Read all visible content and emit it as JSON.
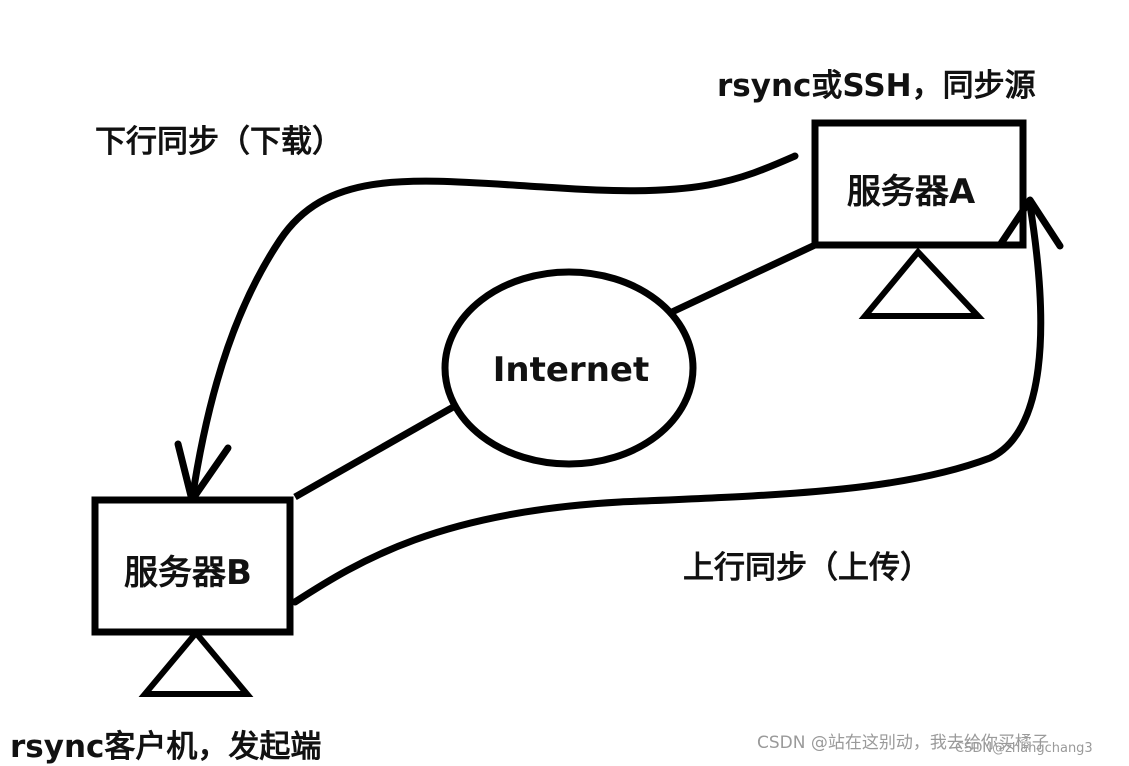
{
  "labels": {
    "source_caption": "rsync或SSH，同步源",
    "server_a": "服务器A",
    "server_b": "服务器B",
    "internet": "Internet",
    "download_caption": "下行同步（下载）",
    "upload_caption": "上行同步（上传）",
    "client_caption": "rsync客户机，发起端"
  },
  "watermark": {
    "primary": "CSDN @站在这别动，我去给你买橘子",
    "secondary": "CSDN@zhangchang3"
  }
}
